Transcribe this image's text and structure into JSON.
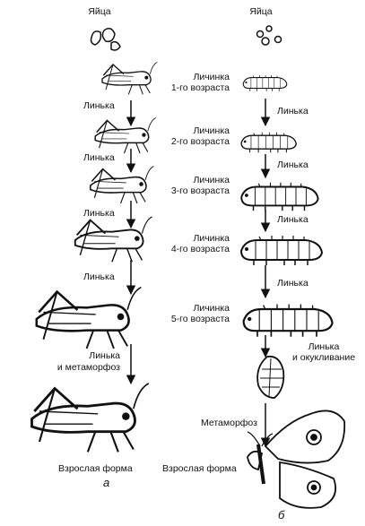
{
  "left": {
    "eggs": "Яйца",
    "moults": [
      "Линька",
      "Линька",
      "Линька",
      "Линька"
    ],
    "final_moult": [
      "Линька",
      "и метаморфоз"
    ],
    "adult": "Взрослая форма",
    "panel": "а"
  },
  "right": {
    "eggs": "Яйца",
    "larvae": [
      [
        "Личинка",
        "1-го возраста"
      ],
      [
        "Личинка",
        "2-го возраста"
      ],
      [
        "Личинка",
        "3-го возраста"
      ],
      [
        "Личинка",
        "4-го возраста"
      ],
      [
        "Личинка",
        "5-го возраста"
      ]
    ],
    "moults": [
      "Линька",
      "Линька",
      "Линька",
      "Линька"
    ],
    "pupation": [
      "Линька",
      "и окукливание"
    ],
    "metamorphosis": "Метаморфоз",
    "adult": "Взрослая форма",
    "panel": "б"
  }
}
